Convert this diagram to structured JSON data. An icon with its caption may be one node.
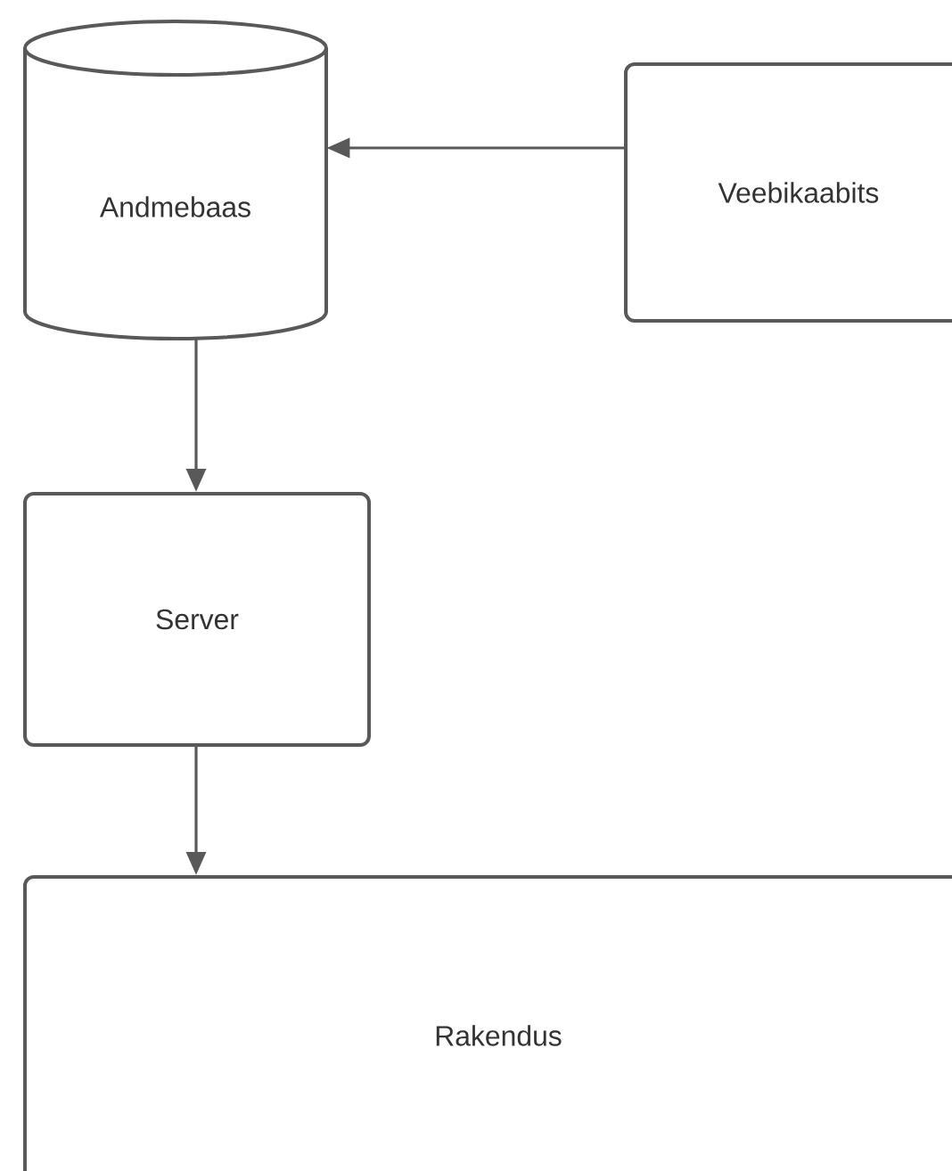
{
  "diagram": {
    "nodes": [
      {
        "text": [
          "Andmebaas"
        ]
      },
      {
        "text": [
          "Veebikaabits"
        ]
      },
      {
        "text": [
          "Server"
        ]
      },
      {
        "text": [
          "Rakendus"
        ]
      }
    ],
    "edges": [
      {
        "from": 1,
        "to": 0,
        "arrow": "to"
      },
      {
        "from": 0,
        "to": 2,
        "arrow": "to"
      },
      {
        "from": 2,
        "to": 3,
        "arrow": "to"
      }
    ]
  }
}
